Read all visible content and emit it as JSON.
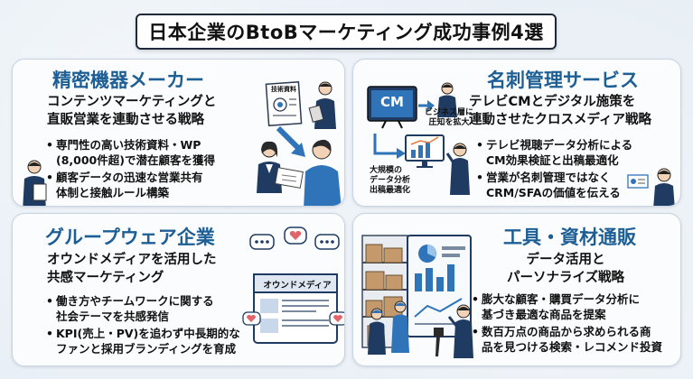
{
  "title": "日本企業のBtoBマーケティング成功事例4選",
  "panels": {
    "p1": {
      "heading": "精密機器メーカー",
      "subtitle_line1": "コンテンツマーケティングと",
      "subtitle_line2": "直販営業を連動させる戦略",
      "bullet1_line1": "専門性の高い技術資料・WP",
      "bullet1_line2": "(8,000件超)で潜在顧客を獲得",
      "bullet2_line1": "顧客データの迅速な営業共有",
      "bullet2_line2": "体制と接触ルール構築",
      "doc_label": "技術資料"
    },
    "p2": {
      "heading": "名刺管理サービス",
      "subtitle_line1": "テレビCMとデジタル施策を",
      "subtitle_line2": "連動させたクロスメディア戦略",
      "bullet1_line1": "テレビ視聴データ分析による",
      "bullet1_line2": "CM効果検証と出稿最適化",
      "bullet2_line1": "営業が名刺管理ではなく",
      "bullet2_line2": "CRM/SFAの価値を伝える",
      "tv_label": "CM",
      "caption_a_line1": "ビジネス層に",
      "caption_a_line2": "圧知を拡大",
      "caption_b_line1": "大規模の",
      "caption_b_line2": "データ分析",
      "caption_b_line3": "出稿最適化"
    },
    "p3": {
      "heading": "グループウェア企業",
      "subtitle_line1": "オウンドメディアを活用した",
      "subtitle_line2": "共感マーケティング",
      "bullet1_line1": "働き方やチームワークに関する",
      "bullet1_line2": "社会テーマを共感発信",
      "bullet2_line1": "KPI(売上・PV)を追わず中長期的な",
      "bullet2_line2": "ファンと採用ブランディングを育成",
      "media_label": "オウンドメディア"
    },
    "p4": {
      "heading": "工具・資材通販",
      "subtitle_line1": "データ活用と",
      "subtitle_line2": "パーソナライズ戦略",
      "bullet1_line1": "膨大な顧客・購買データ分析に",
      "bullet1_line2": "基づき最適な商品を提案",
      "bullet2_line1": "数百万点の商品から求められる商",
      "bullet2_line2": "品を見つける検索・レコメンド投資"
    }
  },
  "colors": {
    "heading": "#1d5f95",
    "navy": "#1f3b62",
    "accent_blue": "#2f73b8",
    "text": "#111111",
    "heart": "#e0646a"
  }
}
